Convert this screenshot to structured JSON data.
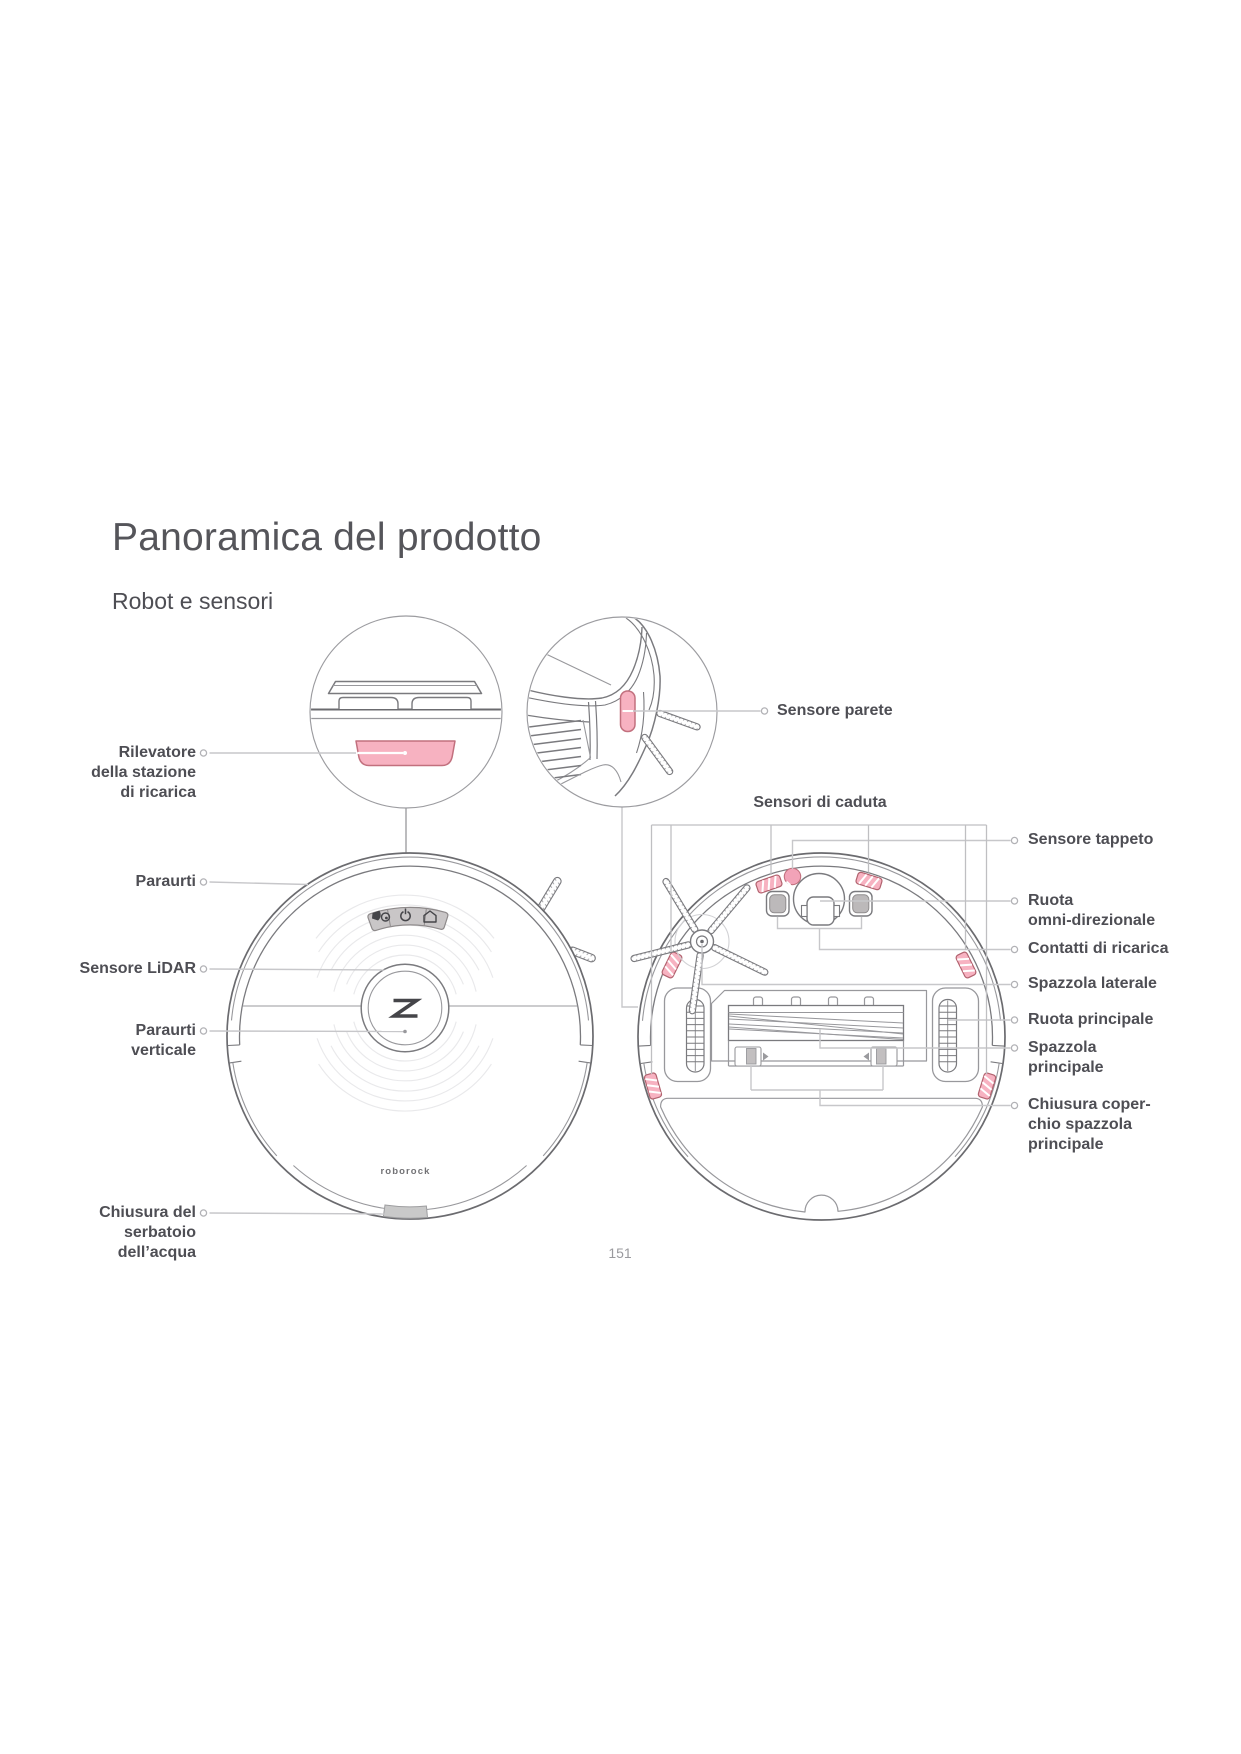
{
  "page": {
    "title": "Panoramica del prodotto",
    "subtitle": "Robot e sensori",
    "page_number": "151",
    "brand_logo": "roborock"
  },
  "colors": {
    "accent_pink_fill": "#f7b2c1",
    "accent_pink_stroke": "#c2707e",
    "line_gray": "#7a7a7e",
    "leader_gray": "#c7c7ca",
    "text_gray": "#4e4e54"
  },
  "callouts": {
    "left": [
      {
        "text": "Rilevatore\ndella stazione\ndi ricarica"
      },
      {
        "text": "Paraurti"
      },
      {
        "text": "Sensore LiDAR"
      },
      {
        "text": "Paraurti\nverticale"
      },
      {
        "text": "Chiusura del\nserbatoio\ndell’acqua"
      }
    ],
    "wall_sensor": {
      "text": "Sensore parete"
    },
    "cliff_sensors": {
      "text": "Sensori di caduta"
    },
    "right": [
      {
        "text": "Sensore tappeto"
      },
      {
        "text": "Ruota\nomni-direzionale"
      },
      {
        "text": "Contatti di ricarica"
      },
      {
        "text": "Spazzola laterale"
      },
      {
        "text": "Ruota principale"
      },
      {
        "text": "Spazzola\nprincipale"
      },
      {
        "text": "Chiusura coper-\nchio spazzola\nprincipale"
      }
    ]
  }
}
